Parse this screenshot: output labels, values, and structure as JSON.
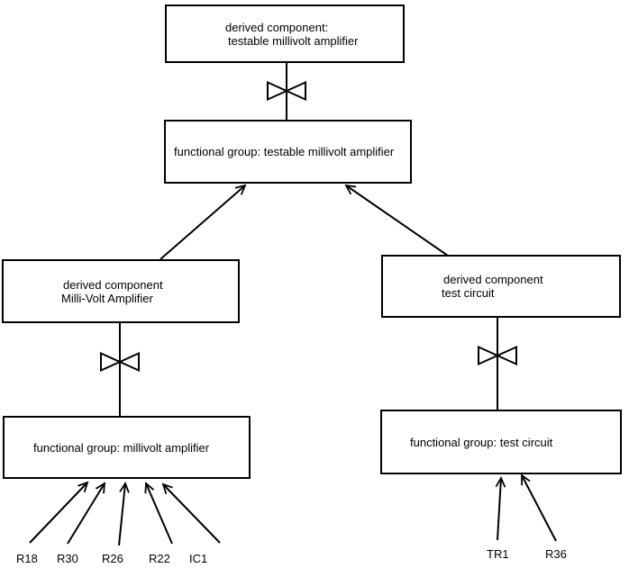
{
  "canvas": {
    "background_color": "#ffffff",
    "line_color": "#000000"
  },
  "nodes": {
    "top_derived": {
      "line1": "derived component:",
      "line2": "testable millivolt amplifier"
    },
    "func_testable": {
      "label": "functional group: testable millivolt amplifier"
    },
    "derived_mva": {
      "line1": "derived component",
      "line2": "Milli-Volt Amplifier"
    },
    "func_mva": {
      "label": "functional group: millivolt amplifier"
    },
    "derived_tc": {
      "line1": "derived component",
      "line2": "test circuit"
    },
    "func_tc": {
      "label": "functional group: test circuit"
    }
  },
  "components_left": [
    "R18",
    "R30",
    "R26",
    "R22",
    "IC1"
  ],
  "components_right": [
    "TR1",
    "R36"
  ]
}
